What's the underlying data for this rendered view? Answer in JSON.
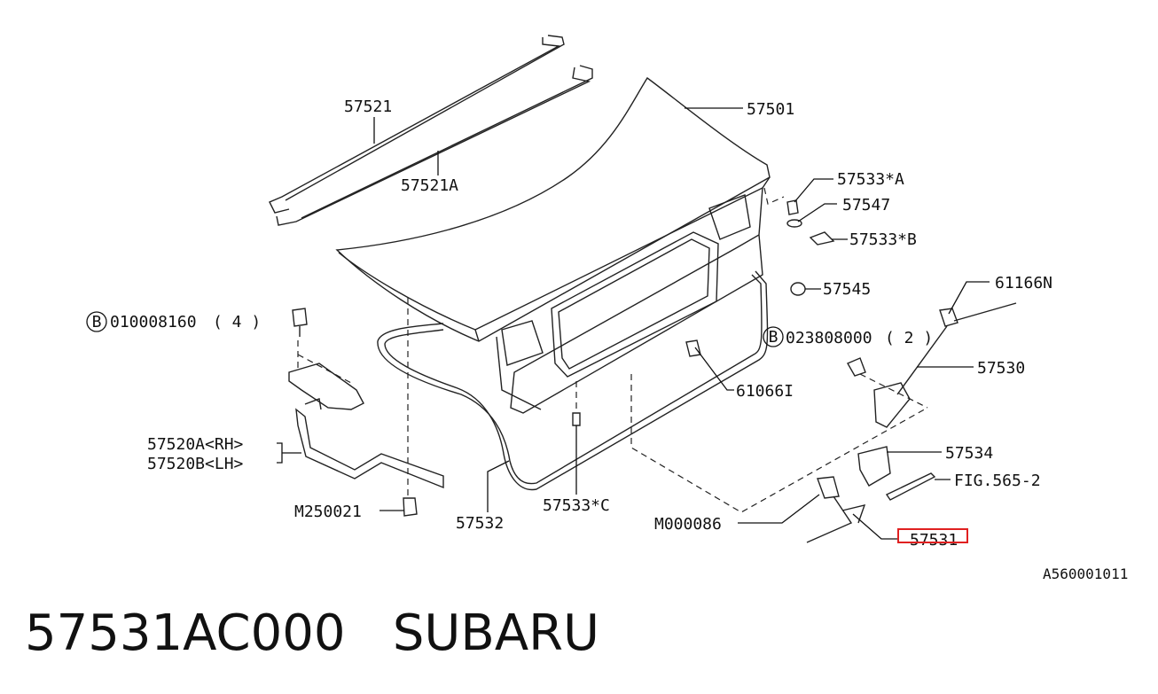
{
  "diagram": {
    "labels": {
      "p57521": "57521",
      "p57521A": "57521A",
      "p57501": "57501",
      "p57533A": "57533*A",
      "p57547": "57547",
      "p57533B": "57533*B",
      "p57545": "57545",
      "p61166N": "61166N",
      "pB010008160": "010008160",
      "pB010008160_qty": "( 4 )",
      "pB023808000": "023808000",
      "pB023808000_qty": "( 2 )",
      "bolt_marker": "B",
      "p57530": "57530",
      "p61066I": "61066I",
      "p57520A": "57520A<RH>",
      "p57520B": "57520B<LH>",
      "p57534": "57534",
      "fig5652": "FIG.565-2",
      "pM250021": "M250021",
      "p57532": "57532",
      "p57533C": "57533*C",
      "pM000086": "M000086",
      "p57531": "57531",
      "ref_code": "A560001011"
    }
  },
  "footer": {
    "title": "57531AC000   SUBARU"
  },
  "colors": {
    "highlight": "#e02020",
    "line": "#111111"
  }
}
